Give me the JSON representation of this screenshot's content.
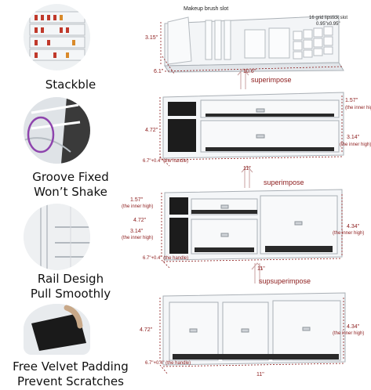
{
  "features": [
    {
      "label": "Stackble",
      "icon": "stacked-drawers-photo"
    },
    {
      "label": "Groove Fixed\nWon’t Shake",
      "icon": "groove-closeup-photo"
    },
    {
      "label": "Rail Desigh\nPull Smoothly",
      "icon": "rail-closeup-photo"
    },
    {
      "label": "Free Velvet Padding\nPrevent Scratches",
      "icon": "velvet-pad-photo"
    }
  ],
  "top_tray": {
    "brush_slot": "Makeup brush slot",
    "lipstick_slot_line1": "16 grid lipstick slot",
    "lipstick_slot_line2": "0.95\"x0.95\"",
    "height": "3.15\"",
    "width": "10.6\"",
    "depth": "6.1\""
  },
  "steps": [
    "superimpose",
    "superimpose",
    "supsuperimpose"
  ],
  "tier2": {
    "inner_top": "1.57\"",
    "inner_top_note": "(the inner high)",
    "height": "4.72\"",
    "inner_bottom": "3.14\"",
    "inner_bottom_note": "(the inner high)",
    "depth": "6.7\"+0.4\" (the handle)",
    "width": "11\""
  },
  "tier3": {
    "inner_top": "1.57\"",
    "inner_top_note": "(the inner high)",
    "height": "4.72\"",
    "inner_mid": "3.14\"",
    "inner_mid_note": "(the inner high)",
    "right_height": "4.34\"",
    "right_height_note": "(the inner high)",
    "depth": "6.7\"+0.4\" (the handle)",
    "width": "11\""
  },
  "tier4": {
    "height": "4.72\"",
    "right_height": "4.34\"",
    "right_height_note": "(the inner high)",
    "depth": "6.7\"+0.4\" (the handle)",
    "width": "11\""
  },
  "colors": {
    "accent": "#8b1a1a",
    "velvet": "#1a1a1a",
    "acrylic": "#c9ced3"
  }
}
